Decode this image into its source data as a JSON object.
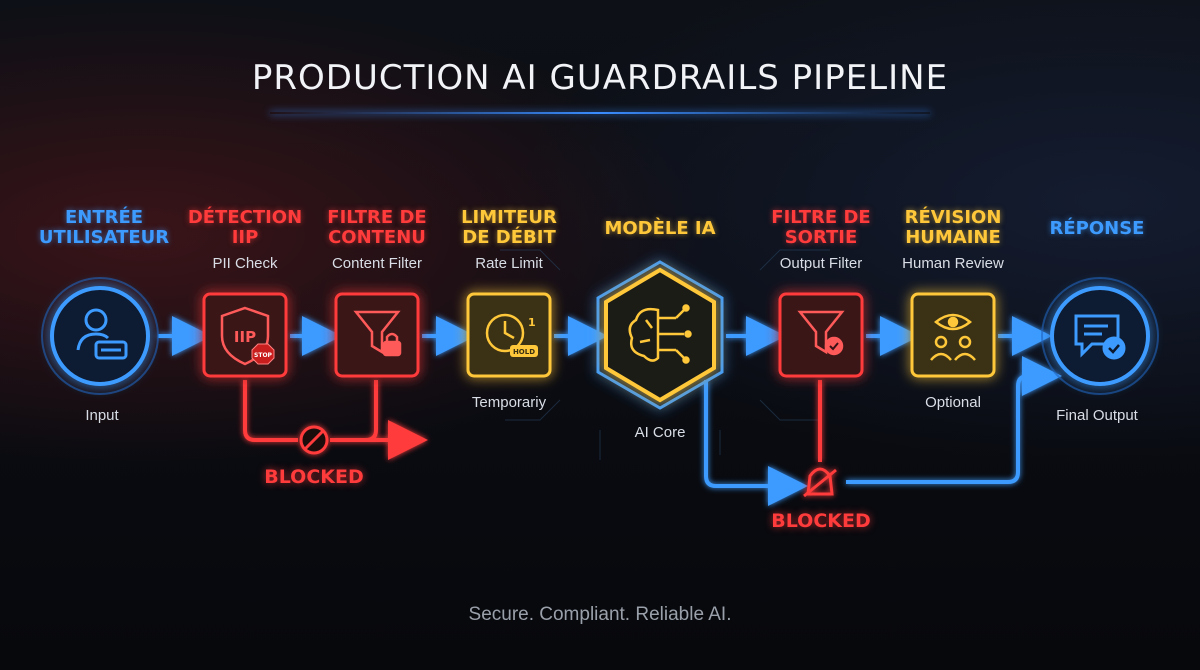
{
  "title": "PRODUCTION AI GUARDRAILS PIPELINE",
  "tagline": "Secure. Compliant. Reliable AI.",
  "stages": [
    {
      "line1": "ENTRÉE",
      "line2": "UTILISATEUR",
      "sub": "",
      "caption": "Input",
      "color": "#3d9bff",
      "icon": "user-keyboard-icon"
    },
    {
      "line1": "DÉTECTION",
      "line2": "IIP",
      "sub": "PII Check",
      "caption": "",
      "color": "#ff3b3b",
      "icon": "shield-stop-icon",
      "icon_text": "IIP",
      "badge": "STOP"
    },
    {
      "line1": "FILTRE DE",
      "line2": "CONTENU",
      "sub": "Content Filter",
      "caption": "",
      "color": "#ff3b3b",
      "icon": "funnel-lock-icon"
    },
    {
      "line1": "LIMITEUR",
      "line2": "DE DÉBIT",
      "sub": "Rate Limit",
      "caption": "Temporariy",
      "color": "#ffc83a",
      "icon": "clock-hold-icon",
      "badge": "HOLD"
    },
    {
      "line1": "MODÈLE IA",
      "line2": "",
      "sub": "",
      "caption": "AI Core",
      "color": "#ffc83a",
      "icon": "brain-circuit-icon"
    },
    {
      "line1": "FILTRE DE",
      "line2": "SORTIE",
      "sub": "Output Filter",
      "caption": "",
      "color": "#ff3b3b",
      "icon": "funnel-check-icon"
    },
    {
      "line1": "RÉVISION",
      "line2": "HUMAINE",
      "sub": "Human Review",
      "caption": "Optional",
      "color": "#ffc83a",
      "icon": "eye-people-icon"
    },
    {
      "line1": "RÉPONSE",
      "line2": "",
      "sub": "",
      "caption": "Final Output",
      "color": "#3d9bff",
      "icon": "chat-check-icon"
    }
  ],
  "blocked_labels": [
    "BLOCKED",
    "BLOCKED"
  ],
  "colors": {
    "blue": "#3d9bff",
    "red": "#ff3b3b",
    "yellow": "#ffc83a"
  }
}
